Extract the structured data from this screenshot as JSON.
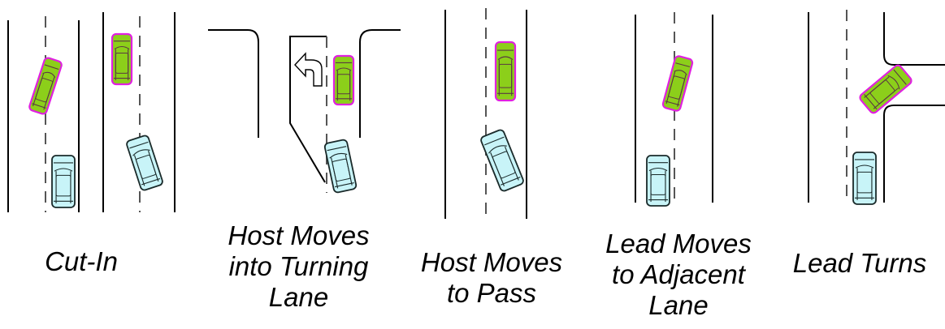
{
  "colors": {
    "lead_fill": "#8ccf1a",
    "lead_outline": "#e020e0",
    "host_fill": "#c8f4f8",
    "host_outline": "#1a2a2a",
    "line": "#000000"
  },
  "scenarios": [
    {
      "id": "cut-in",
      "caption_lines": [
        "Cut-In"
      ]
    },
    {
      "id": "host-moves-turning-lane",
      "caption_lines": [
        "Host Moves",
        "into Turning",
        "Lane"
      ],
      "icon": "left-turn-arrow-icon"
    },
    {
      "id": "host-moves-pass",
      "caption_lines": [
        "Host Moves",
        "to Pass"
      ]
    },
    {
      "id": "lead-moves-adjacent",
      "caption_lines": [
        "Lead Moves",
        "to Adjacent",
        "Lane"
      ]
    },
    {
      "id": "lead-turns",
      "caption_lines": [
        "Lead Turns"
      ]
    }
  ]
}
